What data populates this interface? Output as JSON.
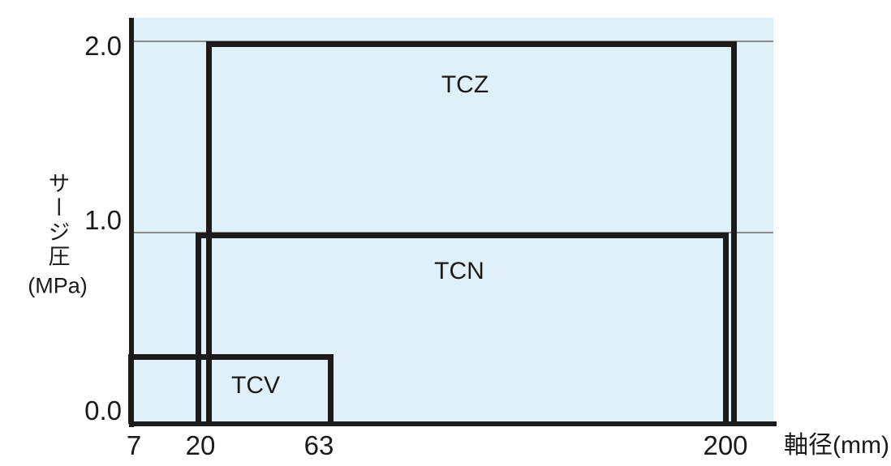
{
  "figure": {
    "y_axis": {
      "title_vertical": "サージ圧",
      "unit": "(MPa)",
      "ticks": [
        "2.0",
        "1.0",
        "0.0"
      ]
    },
    "x_axis": {
      "title": "軸径(mm)",
      "ticks": [
        "7",
        "20",
        "63",
        "200"
      ]
    },
    "series_labels": {
      "tcz": "TCZ",
      "tcn": "TCN",
      "tcv": "TCV"
    },
    "colors": {
      "plot_background": "#dff0f8",
      "line": "#1b1b1b",
      "gridline": "#8a8a8a",
      "text": "#1a1a1a"
    }
  },
  "chart_data": {
    "type": "area",
    "subtype": "overlapping-operating-range-boxes",
    "title": "",
    "xlabel": "軸径(mm)",
    "ylabel": "サージ圧(MPa)",
    "x_ticks": [
      7,
      20,
      63,
      200
    ],
    "y_ticks": [
      0.0,
      1.0,
      2.0
    ],
    "xlim": [
      7,
      230
    ],
    "ylim": [
      0,
      2.2
    ],
    "grid": "horizontal gridlines at y=1.0 and y=2.0",
    "legend": false,
    "series": [
      {
        "name": "TCZ",
        "shaft_diameter_range_mm": [
          20,
          200
        ],
        "surge_pressure_range_MPa": [
          0,
          2.0
        ]
      },
      {
        "name": "TCN",
        "shaft_diameter_range_mm": [
          20,
          200
        ],
        "surge_pressure_range_MPa": [
          0,
          1.0
        ]
      },
      {
        "name": "TCV",
        "shaft_diameter_range_mm": [
          7,
          63
        ],
        "surge_pressure_range_MPa": [
          0,
          0.35
        ]
      }
    ]
  }
}
